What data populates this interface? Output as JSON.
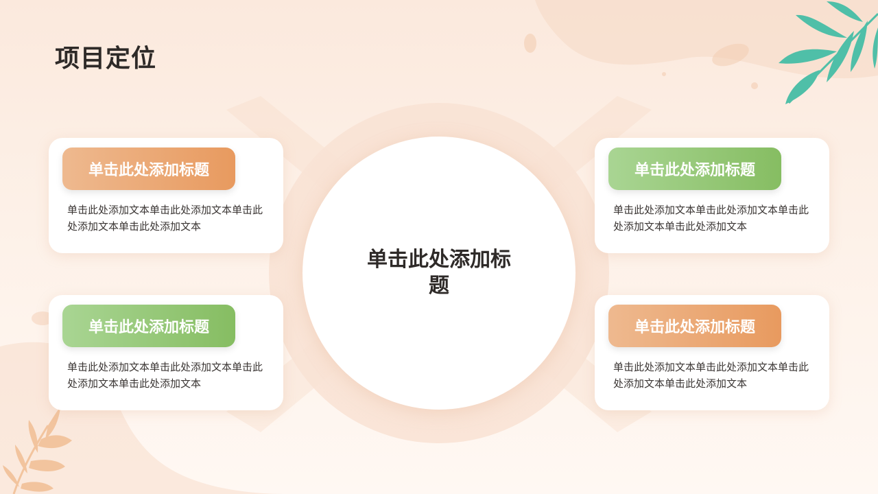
{
  "title": "项目定位",
  "center": {
    "title": "单击此处添加标题"
  },
  "cards": [
    {
      "id": "top-left",
      "heading": "单击此处添加标题",
      "text": "单击此处添加文本单击此处添加文本单击此处添加文本单击此处添加文本",
      "accent": "orange"
    },
    {
      "id": "bottom-left",
      "heading": "单击此处添加标题",
      "text": "单击此处添加文本单击此处添加文本单击此处添加文本单击此处添加文本",
      "accent": "green"
    },
    {
      "id": "top-right",
      "heading": "单击此处添加标题",
      "text": "单击此处添加文本单击此处添加文本单击此处添加文本单击此处添加文本",
      "accent": "green"
    },
    {
      "id": "bottom-right",
      "heading": "单击此处添加标题",
      "text": "单击此处添加文本单击此处添加文本单击此处添加文本单击此处添加文本",
      "accent": "orange"
    }
  ],
  "colors": {
    "background": "#fbe9dd",
    "orange_accent": "#e89a5f",
    "green_accent": "#86bd62",
    "leaf_teal": "#4fbfa8",
    "leaf_peach": "#f2c49e",
    "title_text": "#2e2a28"
  },
  "decor": {
    "top_right": "teal-leaf-branch-icon",
    "bottom_left": "peach-leaf-branch-icon"
  }
}
